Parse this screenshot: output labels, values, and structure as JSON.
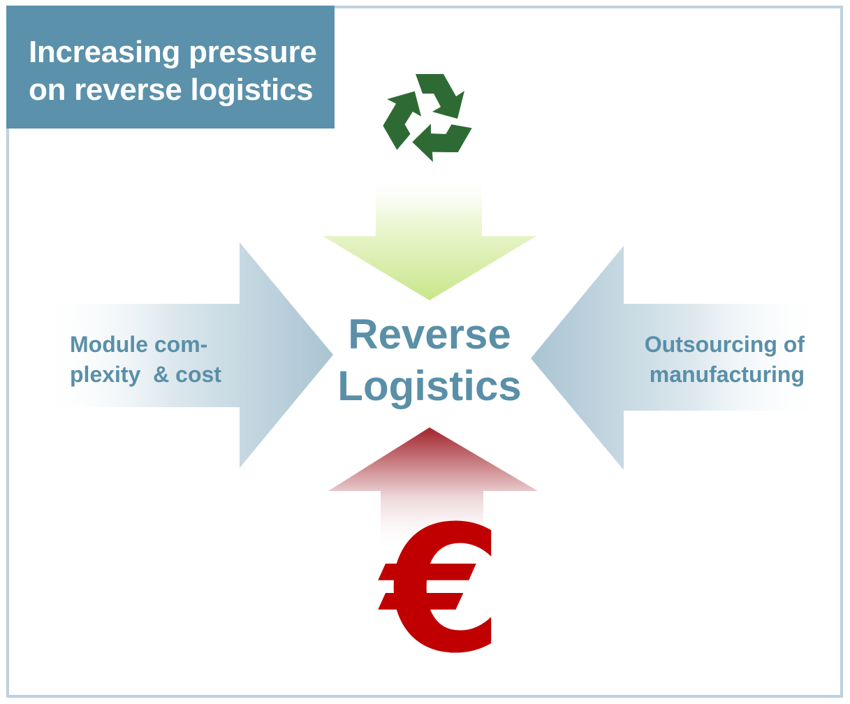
{
  "title": {
    "line1": "Increasing pressure",
    "line2": "on reverse logistics"
  },
  "center": {
    "line1": "Reverse",
    "line2": "Logistics"
  },
  "left": {
    "line1": "Module com-",
    "line2": "plexity  & cost"
  },
  "right": {
    "line1": "Outsourcing of",
    "line2": "manufacturing"
  },
  "euro_symbol": "€",
  "colors": {
    "title_bg": "#5b91ab",
    "text": "#5a8fa8",
    "frame": "#bdd0de",
    "green_arrow": "#c8e68a",
    "red_arrow": "#a2232c",
    "side_arrow": "#a9c4d2",
    "recycle": "#2e6b34",
    "euro": "#c00000"
  },
  "icons": [
    "recycle-icon",
    "euro-icon"
  ]
}
